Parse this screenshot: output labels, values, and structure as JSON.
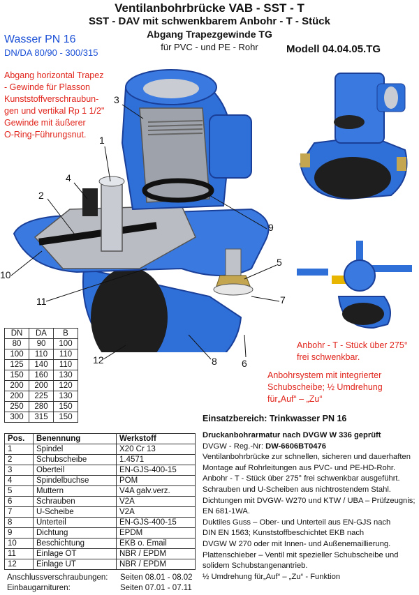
{
  "header": {
    "title_line1": "Ventilanbohrbrücke VAB - SST - T",
    "title_line2": "SST - DAV mit schwenkbarem Anbohr - T - Stück",
    "title_line3": "Abgang Trapezgewinde TG",
    "title_line4": "für PVC - und PE - Rohr",
    "model": "Modell 04.04.05.TG",
    "medium": "Wasser PN 16",
    "dn_range": "DN/DA 80/90 - 300/315"
  },
  "notes": {
    "abgang": [
      "Abgang horizontal  Trapez",
      "- Gewinde für Plasson",
      "Kunststoffverschraubun-",
      "gen und vertikal  Rp 1 1/2\"",
      "Gewinde mit äußerer",
      "O-Ring-Führungsnut."
    ],
    "schwenk": [
      "Anbohr - T - Stück über 275°",
      "frei schwenkbar."
    ],
    "anbohr": [
      "Anbohrsystem mit integrierter",
      "Schubscheibe;  ½ Umdrehung",
      "für„Auf“ – „Zu“"
    ]
  },
  "callouts": [
    "1",
    "2",
    "3",
    "4",
    "5",
    "6",
    "7",
    "8",
    "9",
    "10",
    "11",
    "12"
  ],
  "dimensions": {
    "headers": [
      "DN",
      "DA",
      "B"
    ],
    "rows": [
      [
        "80",
        "90",
        "100"
      ],
      [
        "100",
        "110",
        "110"
      ],
      [
        "125",
        "140",
        "110"
      ],
      [
        "150",
        "160",
        "130"
      ],
      [
        "200",
        "200",
        "120"
      ],
      [
        "200",
        "225",
        "130"
      ],
      [
        "250",
        "280",
        "150"
      ],
      [
        "300",
        "315",
        "150"
      ]
    ]
  },
  "parts": {
    "headers": [
      "Pos.",
      "Benennung",
      "Werkstoff"
    ],
    "rows": [
      [
        "1",
        "Spindel",
        "X20 Cr 13"
      ],
      [
        "2",
        "Schubscheibe",
        "1.4571"
      ],
      [
        "3",
        "Oberteil",
        "EN-GJS-400-15"
      ],
      [
        "4",
        "Spindelbuchse",
        "POM"
      ],
      [
        "5",
        "Muttern",
        "V4A galv.verz."
      ],
      [
        "6",
        "Schrauben",
        "V2A"
      ],
      [
        "7",
        "U-Scheibe",
        "V2A"
      ],
      [
        "8",
        "Unterteil",
        "EN-GJS-400-15"
      ],
      [
        "9",
        "Dichtung",
        "EPDM"
      ],
      [
        "10",
        "Beschichtung",
        "EKB o. Email"
      ],
      [
        "11",
        "Einlage OT",
        "NBR / EPDM"
      ],
      [
        "12",
        "Einlage UT",
        "NBR / EPDM"
      ]
    ]
  },
  "description": {
    "heading": "Einsatzbereich:  Trinkwasser PN 16",
    "subheading": "Druckanbohrarmatur nach DVGW W 336 geprüft",
    "reg_label": "DVGW - Reg.-Nr:",
    "reg_number": "DW-6606BT0476",
    "lines": [
      "Ventilanbohrbrücke zur schnellen, sicheren und dauerhaften",
      "Montage auf Rohrleitungen aus PVC- und PE-HD-Rohr.",
      "Anbohr - T - Stück über 275° frei schwenkbar ausgeführt.",
      "Schrauben und U-Scheiben aus nichtrostendem Stahl.",
      "Dichtungen mit DVGW- W270 und KTW / UBA – Prüfzeugnis;",
      "EN 681-1WA.",
      "Duktiles Guss – Ober- und Unterteil aus EN-GJS nach",
      "DIN EN  1563;  Kunststoffbeschichtet EKB nach",
      "DVGW W 270 oder mit Innen- und Außenemaillierung.",
      "Plattenschieber – Ventil mit spezieller Schubscheibe und",
      "solidem Schubstangenantrieb.",
      "½ Umdrehung für„Auf“ – „Zu“ - Funktion"
    ]
  },
  "footer": {
    "row1_label": "Anschlussverschraubungen:",
    "row1_value": "Seiten 08.01 - 08.02",
    "row2_label": "Einbaugarnituren:",
    "row2_value": "Seiten 07.01 - 07.11"
  },
  "colors": {
    "body_blue": "#2f6fd8",
    "dark_blue": "#1a3f99",
    "red_text": "#e0241b",
    "rubber": "#1b1b1b"
  }
}
